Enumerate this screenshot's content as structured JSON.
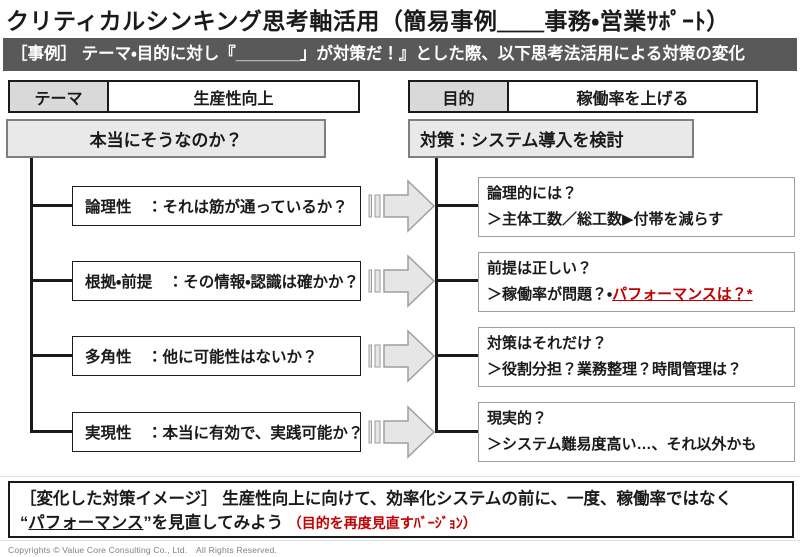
{
  "page": {
    "title": "クリティカルシンキング思考軸活用（簡易事例＿＿事務・営業ｻﾎﾟｰﾄ）",
    "subtitle_bar": "［事例］ テーマ・目的に対し『_______」が対策だ！』とした際、以下思考法活用による対策の変化",
    "footer": "Copyrights © Value Core Consulting Co., Ltd.　All Rights Reserved."
  },
  "theme": {
    "label": "テーマ",
    "value": "生産性向上"
  },
  "purpose": {
    "label": "目的",
    "value": "稼働率を上げる"
  },
  "left_root": "本当にそうなのか？",
  "right_root": "対策：システム導入を検討",
  "rows": [
    {
      "axis": "論理性　：それは筋が通っているか？",
      "question": "論理的には？",
      "detail": "＞主体工数／総工数▶付帯を減らす",
      "detail_highlight": ""
    },
    {
      "axis": "根拠・前提　：その情報・認識は確かか？",
      "question": "前提は正しい？",
      "detail": "＞稼働率が問題？・",
      "detail_highlight": "パフォーマンスは？*"
    },
    {
      "axis": "多角性　：他に可能性はないか？",
      "question": "対策はそれだけ？",
      "detail": "＞役割分担？業務整理？時間管理は？",
      "detail_highlight": ""
    },
    {
      "axis": "実現性　：本当に有効で、実践可能か？",
      "question": "現実的？",
      "detail": "＞システム難易度高い…、それ以外かも",
      "detail_highlight": ""
    }
  ],
  "summary": {
    "line1": "［変化した対策イメージ］ 生産性向上に向けて、効率化システムの前に、一度、稼働率ではなく",
    "quote_open": "“",
    "underlined": "パフォーマンス",
    "quote_close": "”",
    "rest": "を見直してみよう ",
    "note": "（目的を再度見直すﾊﾞｰｼﾞｮﾝ）"
  },
  "colors": {
    "bar_bg": "#595959",
    "gray_box": "#e9e9e9",
    "label_cell": "#d9d9d9",
    "accent_red": "#c00000"
  }
}
